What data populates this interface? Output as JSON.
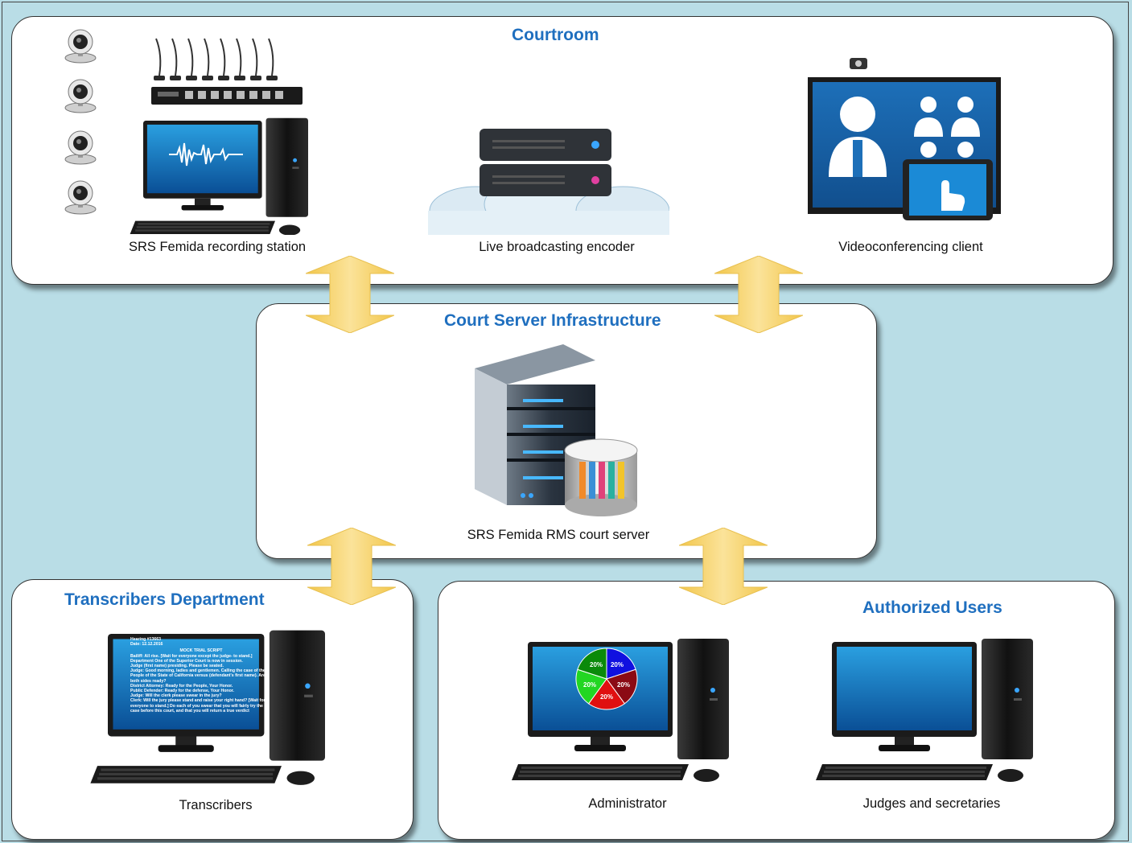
{
  "panels": {
    "courtroom": {
      "title": "Courtroom",
      "items": [
        {
          "label": "SRS Femida recording station",
          "icon": "recording-station-icon"
        },
        {
          "label": "Live broadcasting encoder",
          "icon": "cloud-server-icon"
        },
        {
          "label": "Videoconferencing client",
          "icon": "videoconference-screen-icon"
        }
      ]
    },
    "server": {
      "title": "Court Server Infrastructure",
      "items": [
        {
          "label": "SRS Femida RMS court server",
          "icon": "server-database-icon"
        }
      ]
    },
    "transcribers": {
      "title": "Transcribers Department",
      "items": [
        {
          "label": "Transcribers",
          "icon": "transcript-computer-icon"
        }
      ]
    },
    "users": {
      "title": "Authorized Users",
      "items": [
        {
          "label": "Administrator",
          "icon": "pie-chart-computer-icon"
        },
        {
          "label": "Judges and secretaries",
          "icon": "desktop-computer-icon"
        }
      ]
    }
  },
  "screen_text": {
    "transcript_header": [
      "Hearing #13663",
      "Date: 12.12.2016"
    ],
    "transcript_title": "MOCK TRIAL SCRIPT",
    "transcript_lines": [
      "Bailiff: All rise. [Wait for everyone except the judge- to stand.]",
      "Department One of the Superior Court is now in session.",
      "Judge (first name) presiding. Please be seated.",
      "Judge: Good morning, ladies and gentlemen. Calling the case of the",
      "People of the State of California versus (defendant's first name). Are",
      "both sides ready?",
      "District Attorney: Ready for the People, Your Honor.",
      "Public Defender: Ready for the defense, Your Honor.",
      "Judge: Will the clerk please swear in the jury?",
      "Clerk: Will the jury please stand and raise your right hand? [Wait for",
      "everyone to stand.] Do each of you swear that you will fairly try the",
      "case before this court, and that you will return a true verdict"
    ],
    "pie_labels": [
      "20%",
      "20%",
      "20%",
      "20%",
      "20%"
    ],
    "pie_colors": [
      "#1010e0",
      "#8b0a14",
      "#e01010",
      "#22d622",
      "#0a8a0a"
    ]
  },
  "colors": {
    "background": "#b9dde6",
    "title": "#1f6fbf",
    "arrow": "#f6d26a"
  }
}
